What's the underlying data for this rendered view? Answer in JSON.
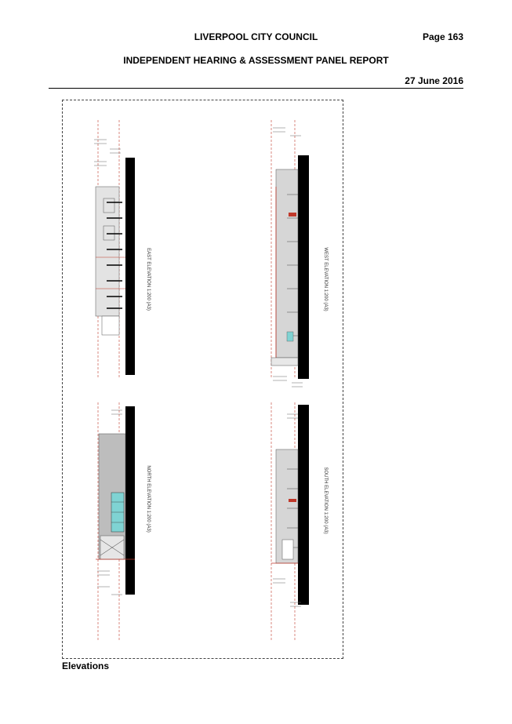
{
  "header": {
    "council": "LIVERPOOL CITY COUNCIL",
    "page": "Page 163",
    "panel": "INDEPENDENT HEARING & ASSESSMENT PANEL REPORT",
    "date": "27 June 2016"
  },
  "drawing": {
    "caption": "Elevations",
    "elevations": [
      {
        "label": "EAST ELEVATION 1:200 (A3)"
      },
      {
        "label": "WEST ELEVATION 1:200 (A3)"
      },
      {
        "label": "NORTH ELEVATION 1:200 (A3)"
      },
      {
        "label": "SOUTH ELEVATION 1:200 (A3)"
      }
    ]
  },
  "colors": {
    "accent": "#c0392b",
    "ground": "#000000",
    "wall": "#cfcfcf",
    "glass": "#7fd3d3"
  }
}
